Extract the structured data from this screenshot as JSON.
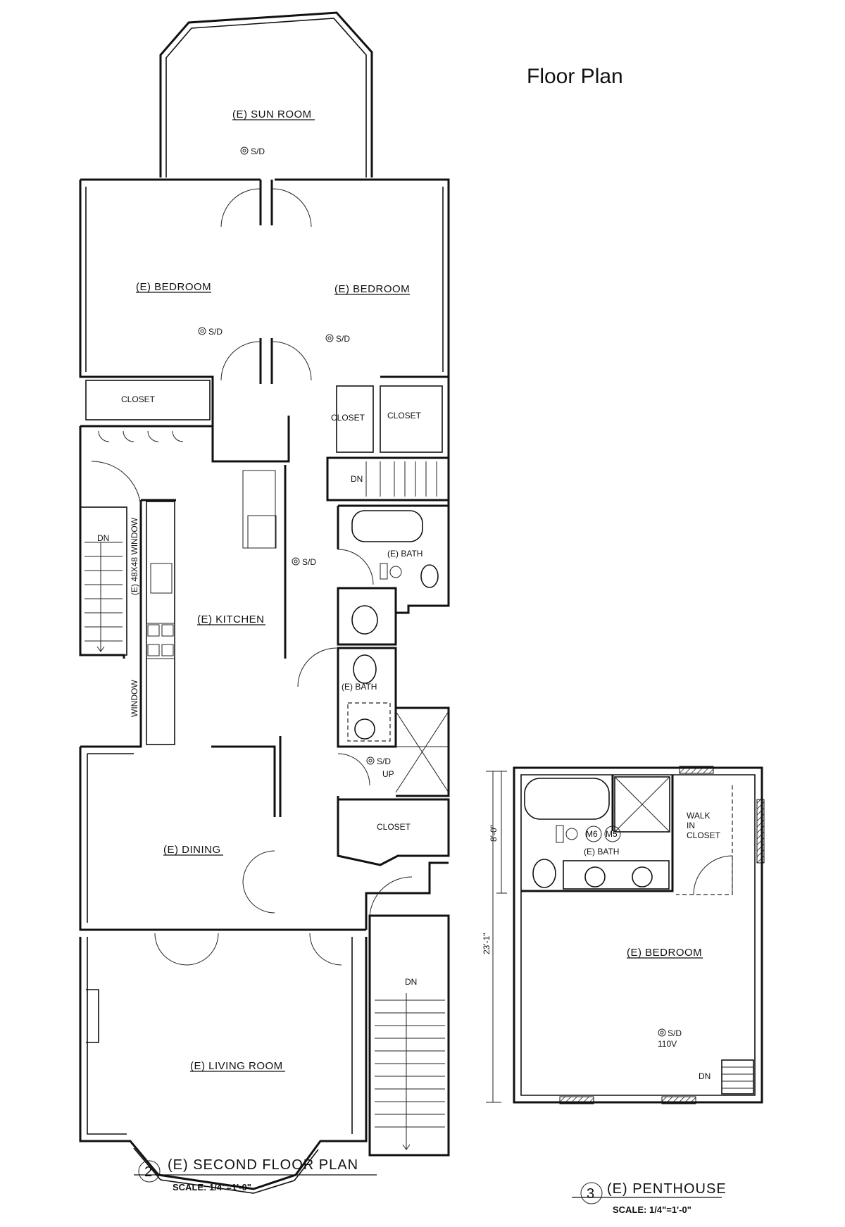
{
  "title": "Floor Plan",
  "second_floor": {
    "plan_number": "2",
    "plan_title": "(E) SECOND FLOOR PLAN",
    "scale": "SCALE: 1/4\"=1'-0\"",
    "rooms": {
      "sun_room": "(E) SUN ROOM",
      "bedroom_left": "(E) BEDROOM",
      "bedroom_right": "(E) BEDROOM",
      "closet_left": "CLOSET",
      "closet_mid": "CLOSET",
      "closet_right": "CLOSET",
      "kitchen": "(E) KITCHEN",
      "bath_upper": "(E) BATH",
      "bath_lower": "(E) BATH",
      "closet_hall": "CLOSET",
      "dining": "(E) DINING",
      "living_room": "(E) LIVING ROOM"
    },
    "smoke_detector": "S/D",
    "window_1": "(E) 48X48 WINDOW",
    "window_2": "WINDOW",
    "stair_dn_1": "DN",
    "stair_dn_2": "DN",
    "stair_dn_3": "DN",
    "stair_up": "UP"
  },
  "penthouse": {
    "plan_number": "3",
    "plan_title": "(E) PENTHOUSE",
    "scale": "SCALE: 1/4\"=1'-0\"",
    "rooms": {
      "bath": "(E) BATH",
      "walk_in_closet_1": "WALK",
      "walk_in_closet_2": "IN",
      "walk_in_closet_3": "CLOSET",
      "bedroom": "(E) BEDROOM"
    },
    "dim_1": "8'-0\"",
    "dim_2": "23'-1\"",
    "fixture_m6": "M6",
    "fixture_m5": "M5",
    "smoke_detector": "S/D",
    "voltage": "110V",
    "stair_dn": "DN"
  }
}
